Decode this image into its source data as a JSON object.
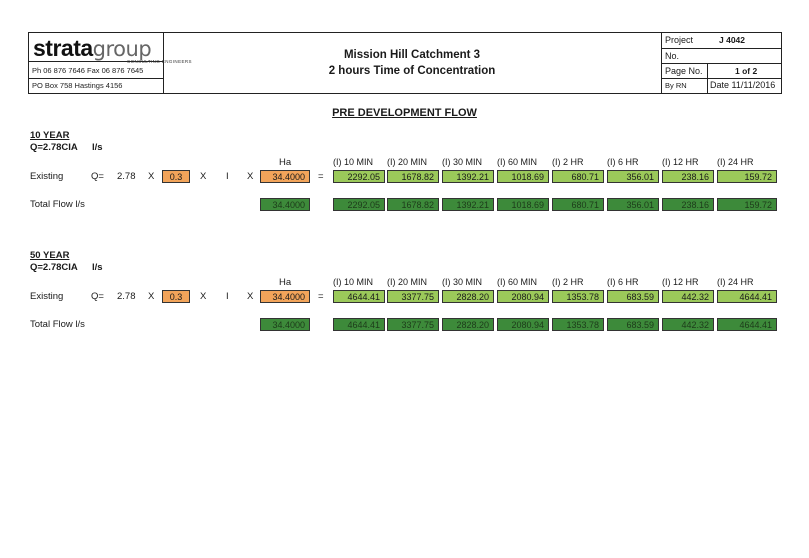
{
  "header": {
    "logo_main": "strata",
    "logo_group": "group",
    "logo_sub": "CONSULTING ENGINEERS",
    "phone_fax": "Ph 06 876 7646   Fax 06 876 7645",
    "po_box": "PO Box 758 Hastings 4156",
    "title_line1": "Mission Hill Catchment 3",
    "title_line2": "2 hours Time of Concentration",
    "project_label": "Project",
    "project_value": "J 4042",
    "no_label": "No.",
    "page_label": "Page No.",
    "page_value": "1 of 2",
    "by_label": "By  RN",
    "date_text": "Date 11/11/2016"
  },
  "page_title": "PRE DEVELOPMENT FLOW",
  "columns": [
    "(I) 10 MIN",
    "(I) 20 MIN",
    "(I) 30 MIN",
    "(I) 60 MIN",
    "(I) 2 HR",
    "(I) 6 HR",
    "(I) 12 HR",
    "(I) 24 HR"
  ],
  "sections": [
    {
      "heading": "10 YEAR",
      "formula": "Q=2.78CIA",
      "units": "l/s",
      "ha_label": "Ha",
      "row_label": "Existing",
      "q_label": "Q=",
      "constant": "2.78",
      "x1": "X",
      "c_value": "0.3",
      "x2": "X",
      "i_label": "I",
      "x3": "X",
      "area": "34.4000",
      "eq": "=",
      "values": [
        "2292.05",
        "1678.82",
        "1392.21",
        "1018.69",
        "680.71",
        "356.01",
        "238.16",
        "159.72"
      ],
      "total_label": "Total Flow l/s",
      "total_area": "34.4000",
      "totals": [
        "2292.05",
        "1678.82",
        "1392.21",
        "1018.69",
        "680.71",
        "356.01",
        "238.16",
        "159.72"
      ]
    },
    {
      "heading": "50 YEAR",
      "formula": "Q=2.78CIA",
      "units": "l/s",
      "ha_label": "Ha",
      "row_label": "Existing",
      "q_label": "Q=",
      "constant": "2.78",
      "x1": "X",
      "c_value": "0.3",
      "x2": "X",
      "i_label": "I",
      "x3": "X",
      "area": "34.4000",
      "eq": "=",
      "values": [
        "4644.41",
        "3377.75",
        "2828.20",
        "2080.94",
        "1353.78",
        "683.59",
        "442.32",
        "4644.41"
      ],
      "total_label": "Total Flow l/s",
      "total_area": "34.4000",
      "totals": [
        "4644.41",
        "3377.75",
        "2828.20",
        "2080.94",
        "1353.78",
        "683.59",
        "442.32",
        "4644.41"
      ]
    }
  ]
}
